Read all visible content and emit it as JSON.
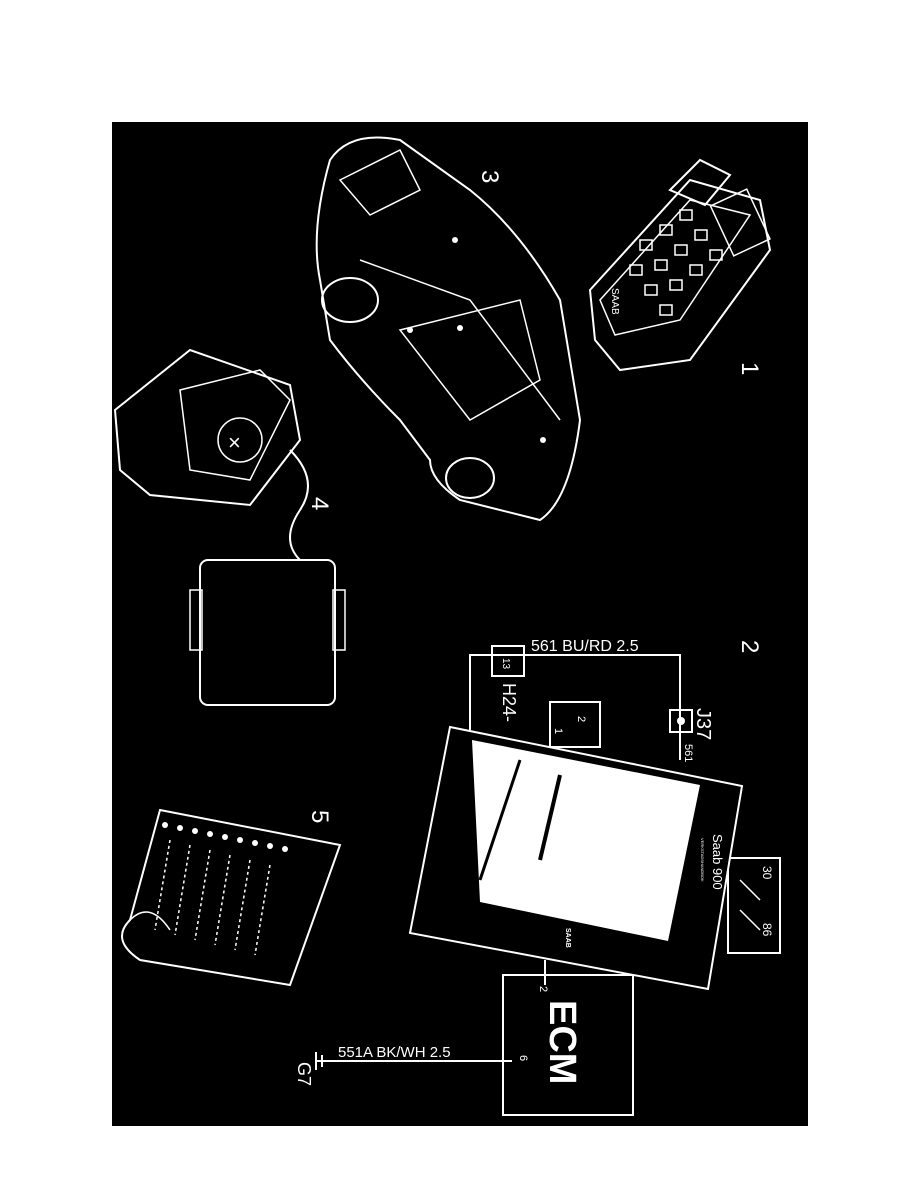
{
  "figure": {
    "background": "#000000",
    "callouts": [
      "1",
      "2",
      "3",
      "4",
      "5"
    ],
    "scan_tool": {
      "brand": "SAAB"
    },
    "wiring": {
      "wire_top": "561 BU/RD 2.5",
      "connector_h24": "H24-",
      "pin_13": "13",
      "connector_j37": "J37",
      "wire_561": "561",
      "diode_pin_1": "1",
      "diode_pin_2": "2",
      "relay_pin_30": "30",
      "relay_pin_86": "86",
      "ecm_label": "ECM",
      "ecm_pin_2": "2",
      "ecm_pin_6": "6",
      "wire_bottom": "551A BK/WH 2.5",
      "ground": "G7"
    },
    "manual": {
      "title": "Saab 900",
      "subtitle": "VERKSTADSHANDBOK",
      "brand": "SAAB"
    }
  }
}
